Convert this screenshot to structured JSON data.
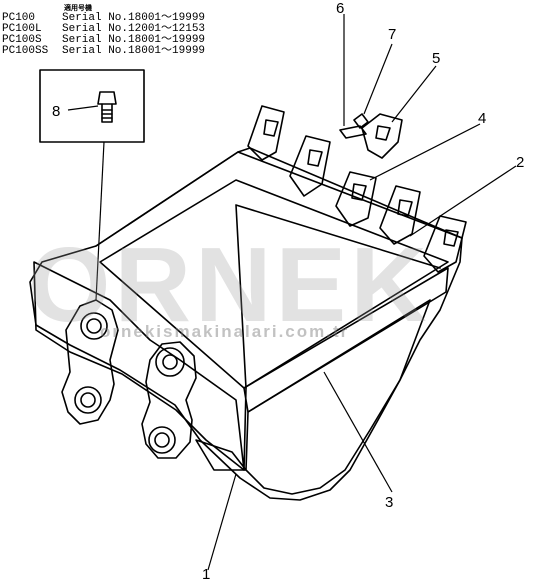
{
  "serials": {
    "header": "適用号機",
    "rows": [
      {
        "model": "PC100",
        "serial": "Serial No.18001～19999"
      },
      {
        "model": "PC100L",
        "serial": "Serial No.12001～12153"
      },
      {
        "model": "PC100S",
        "serial": "Serial No.18001～19999"
      },
      {
        "model": "PC100SS",
        "serial": "Serial No.18001～19999"
      }
    ]
  },
  "callouts": {
    "c1": "1",
    "c2": "2",
    "c3": "3",
    "c4": "4",
    "c5": "5",
    "c6": "6",
    "c7": "7",
    "c8": "8"
  },
  "watermark": {
    "brand": "ORNEK",
    "url": "ornekismakinalari.com.tr"
  },
  "colors": {
    "line": "#000000",
    "watermark": "#969696",
    "accent": "#f0c030"
  }
}
